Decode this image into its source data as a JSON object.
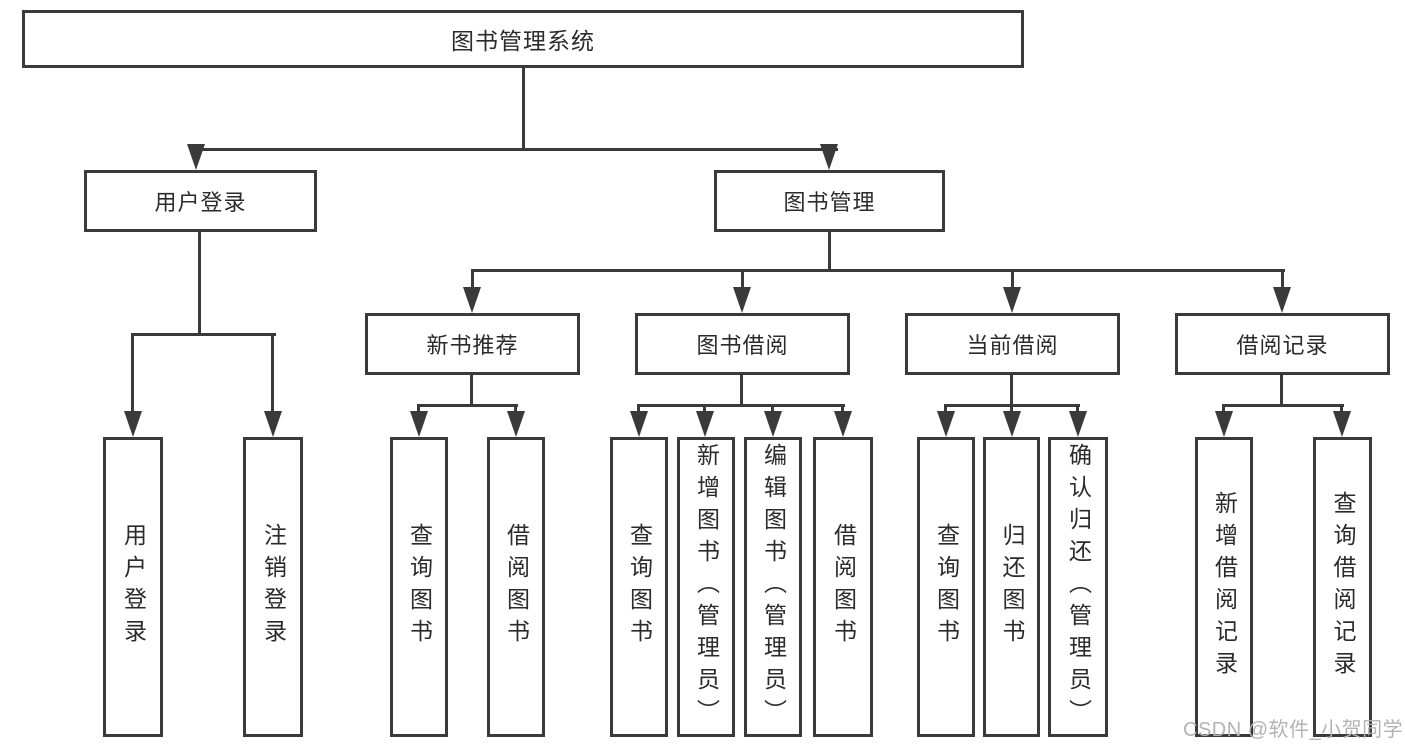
{
  "tree": {
    "label": "图书管理系统",
    "children": [
      {
        "label": "用户登录",
        "children": [
          {
            "label": "用户登录"
          },
          {
            "label": "注销登录"
          }
        ]
      },
      {
        "label": "图书管理",
        "children": [
          {
            "label": "新书推荐",
            "children": [
              {
                "label": "查询图书"
              },
              {
                "label": "借阅图书"
              }
            ]
          },
          {
            "label": "图书借阅",
            "children": [
              {
                "label": "查询图书"
              },
              {
                "label": "新增图书（管理员）"
              },
              {
                "label": "编辑图书（管理员）"
              },
              {
                "label": "借阅图书"
              }
            ]
          },
          {
            "label": "当前借阅",
            "children": [
              {
                "label": "查询图书"
              },
              {
                "label": "归还图书"
              },
              {
                "label": "确认归还（管理员）"
              }
            ]
          },
          {
            "label": "借阅记录",
            "children": [
              {
                "label": "新增借阅记录"
              },
              {
                "label": "查询借阅记录"
              }
            ]
          }
        ]
      }
    ]
  },
  "watermark": "CSDN @软件_小贺同学",
  "colors": {
    "line": "#3a3a3a",
    "box_border": "#3a3a3a",
    "text": "#2b2b2b",
    "watermark": "#b3b3b3",
    "background": "#ffffff"
  }
}
